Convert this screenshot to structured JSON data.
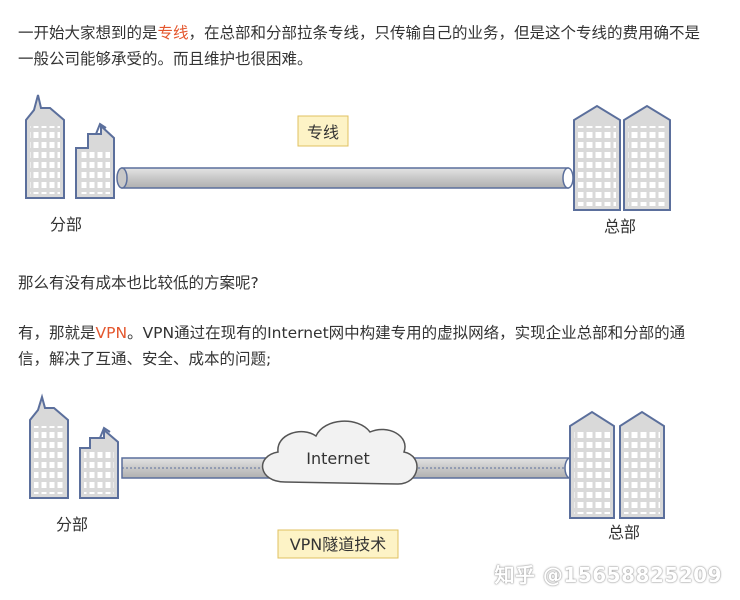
{
  "paragraph1": {
    "prefix": "一开始大家想到的是",
    "highlight": "专线",
    "suffix": "，在总部和分部拉条专线，只传输自己的业务，但是这个专线的费用确不是一般公司能够承受的。而且维护也很困难。"
  },
  "diagram1": {
    "link_label": "专线",
    "branch_label": "分部",
    "hq_label": "总部"
  },
  "paragraph2": {
    "text": "那么有没有成本也比较低的方案呢?"
  },
  "paragraph3": {
    "prefix": "有，那就是",
    "highlight": "VPN",
    "suffix": "。VPN通过在现有的Internet网中构建专用的虚拟网络，实现企业总部和分部的通信，解决了互通、安全、成本的问题;"
  },
  "diagram2": {
    "cloud_label": "Internet",
    "tunnel_label": "VPN隧道技术",
    "branch_label": "分部",
    "hq_label": "总部"
  },
  "watermark": "知乎 @15658825209",
  "colors": {
    "accent": "#e4572e",
    "building_fill": "#d9d9d9",
    "building_stroke": "#5b6f9c",
    "label_bg": "#fdf3c6",
    "label_border": "#e0c060"
  }
}
